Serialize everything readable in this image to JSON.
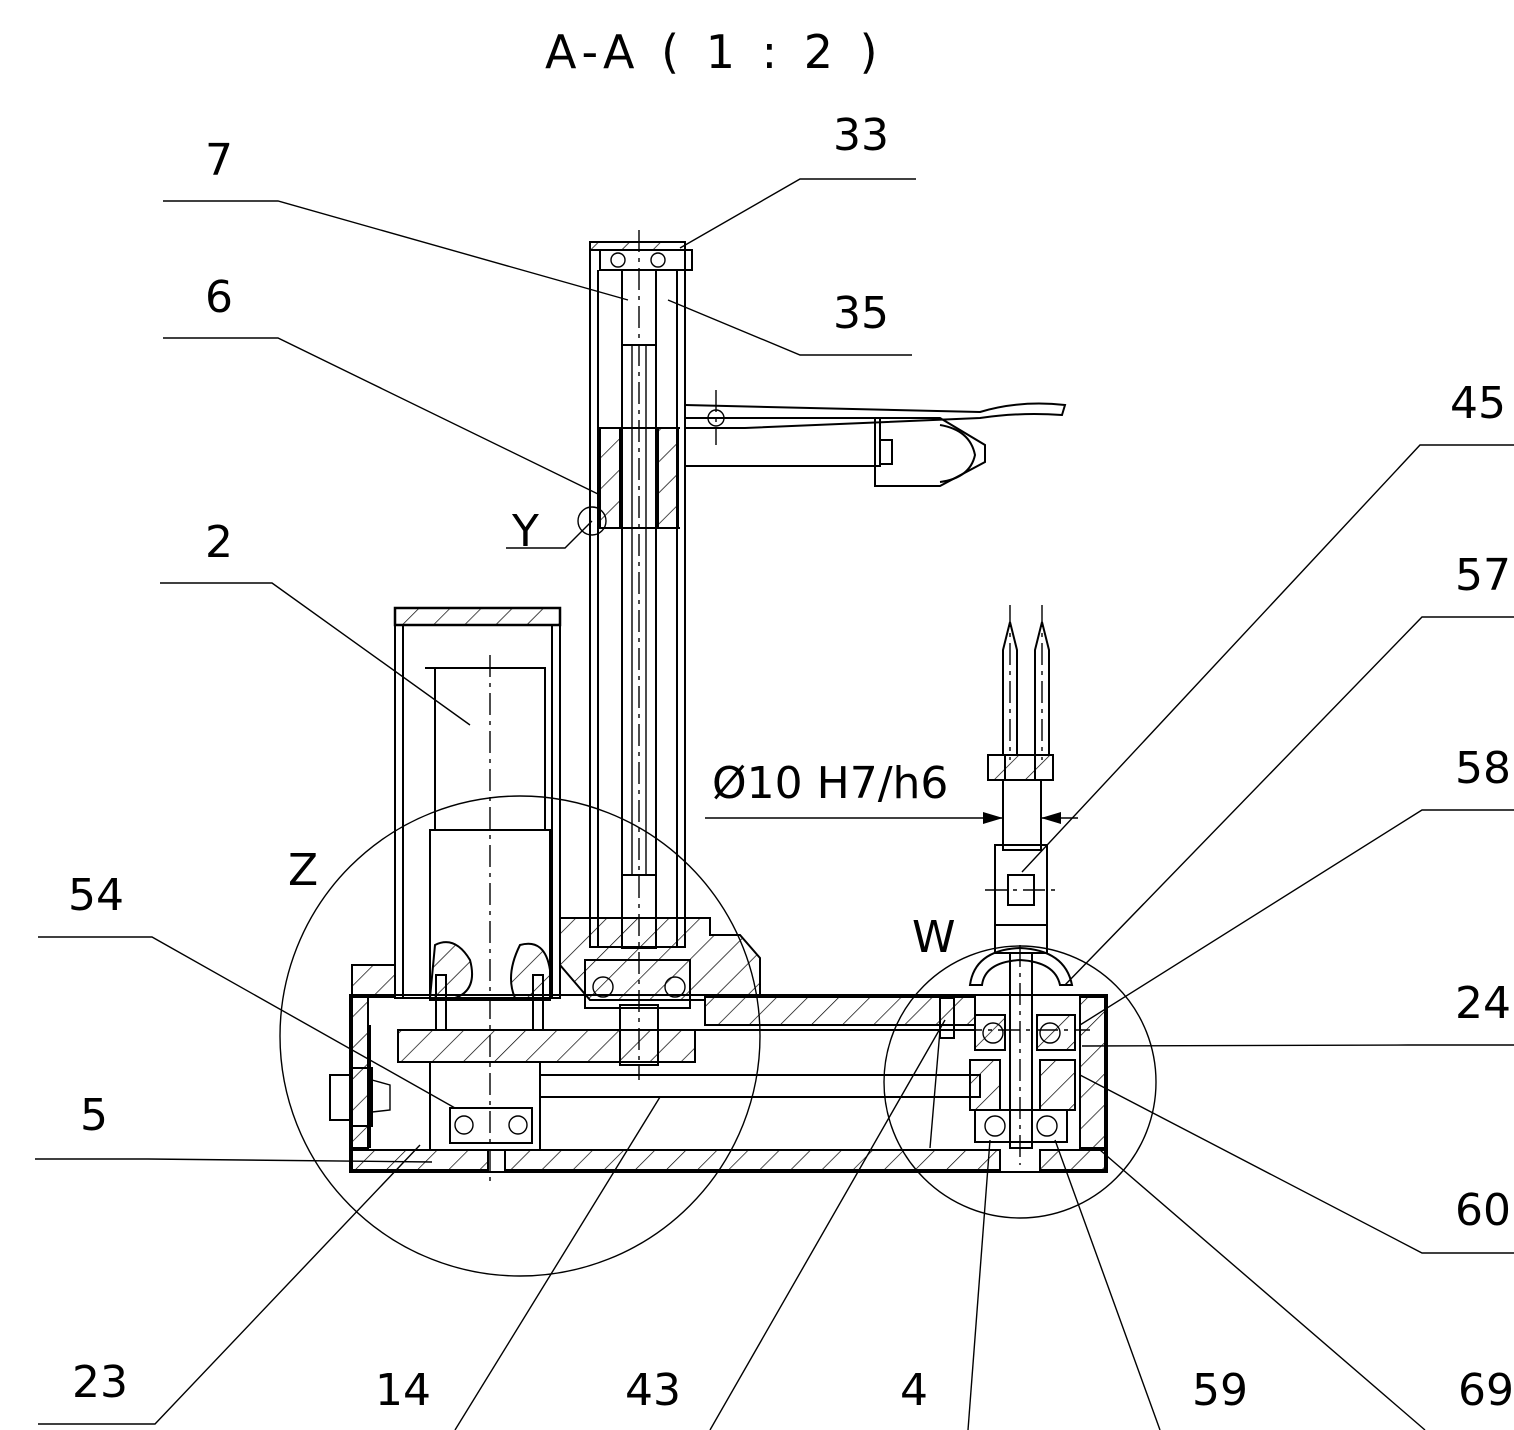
{
  "title": "A-A ( 1 : 2 )",
  "fit_annotation": "Ø10  H7/h6",
  "detail_markers": {
    "y": "Y",
    "z": "Z",
    "w": "W"
  },
  "callouts": {
    "c7": "7",
    "c33": "33",
    "c35": "35",
    "c6": "6",
    "c2": "2",
    "c45": "45",
    "c57": "57",
    "c58": "58",
    "c54": "54",
    "c24": "24",
    "c5": "5",
    "c60": "60",
    "c23": "23",
    "c14": "14",
    "c43": "43",
    "c4": "4",
    "c59": "59",
    "c69": "69"
  }
}
